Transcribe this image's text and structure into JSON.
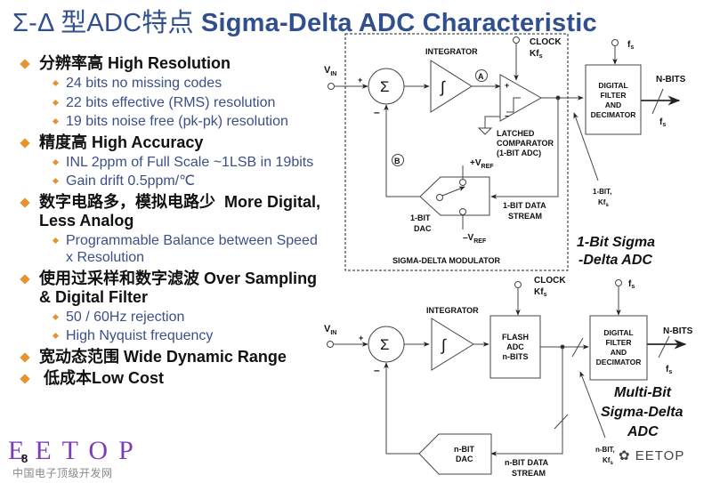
{
  "title": {
    "cn": "Σ-Δ 型ADC特点",
    "en": "Sigma-Delta ADC Characteristic",
    "color": "#2f4f8f"
  },
  "bullets": [
    {
      "cn": "分辨率高",
      "en": "High Resolution",
      "sub": [
        "24 bits no missing codes",
        "22 bits effective (RMS) resolution",
        "19 bits noise free (pk-pk) resolution"
      ]
    },
    {
      "cn": "精度高",
      "en": "High Accuracy",
      "sub": [
        "INL 2ppm of Full Scale ~1LSB in 19bits",
        "Gain drift 0.5ppm/℃"
      ]
    },
    {
      "cn": "数字电路多，模拟电路少",
      "en": "More Digital, Less Analog",
      "sub": [
        "Programmable Balance between Speed x Resolution"
      ]
    },
    {
      "cn": "使用过采样和数字滤波",
      "en": "Over Sampling & Digital Filter",
      "sub": [
        "50 / 60Hz rejection",
        "High Nyquist frequency"
      ]
    },
    {
      "cn": "宽动态范围",
      "en": "Wide Dynamic Range",
      "sub": []
    },
    {
      "cn": "低成本",
      "en": "Low Cost",
      "sub": []
    }
  ],
  "bullet_color": "#e8922e",
  "footer": {
    "logo": "EETOP",
    "logo_sub": "中国电子顶级开发网",
    "page_number": "8",
    "watermark": "EETOP"
  },
  "diagram1": {
    "vin": "V",
    "vin_sub": "IN",
    "plus": "+",
    "minus": "–",
    "sigma": "Σ",
    "integrator": "INTEGRATOR",
    "integral": "∫",
    "node_a": "A",
    "node_b": "B",
    "clock": "CLOCK",
    "kfs": "Kf",
    "kfs_sub": "s",
    "comparator_lines": [
      "LATCHED",
      "COMPARATOR",
      "(1-BIT ADC)"
    ],
    "vref_pos": "+V",
    "vref_neg": "–V",
    "vref_sub": "REF",
    "dac_lines": [
      "1-BIT",
      "DAC"
    ],
    "stream_lines": [
      "1-BIT DATA",
      "STREAM"
    ],
    "modulator": "SIGMA-DELTA MODULATOR",
    "fs": "f",
    "fs_sub": "s",
    "filter_lines": [
      "DIGITAL",
      "FILTER",
      "AND",
      "DECIMATOR"
    ],
    "nbits": "N-BITS",
    "out_label_lines": [
      "1-BIT,",
      "Kf"
    ],
    "caption_lines": [
      "1-Bit Sigma",
      "-Delta ADC"
    ]
  },
  "diagram2": {
    "vin": "V",
    "vin_sub": "IN",
    "plus": "+",
    "minus": "–",
    "sigma": "Σ",
    "integrator": "INTEGRATOR",
    "integral": "∫",
    "clock": "CLOCK",
    "kfs": "Kf",
    "kfs_sub": "s",
    "flash_lines": [
      "FLASH",
      "ADC",
      "n-BITS"
    ],
    "dac_lines": [
      "n-BIT",
      "DAC"
    ],
    "stream_lines": [
      "n-BIT DATA",
      "STREAM"
    ],
    "fs": "f",
    "fs_sub": "s",
    "filter_lines": [
      "DIGITAL",
      "FILTER",
      "AND",
      "DECIMATOR"
    ],
    "nbits": "N-BITS",
    "out_label_lines": [
      "n-BIT,",
      "Kf"
    ],
    "caption_lines": [
      "Multi-Bit",
      "Sigma-Delta",
      "ADC"
    ]
  }
}
